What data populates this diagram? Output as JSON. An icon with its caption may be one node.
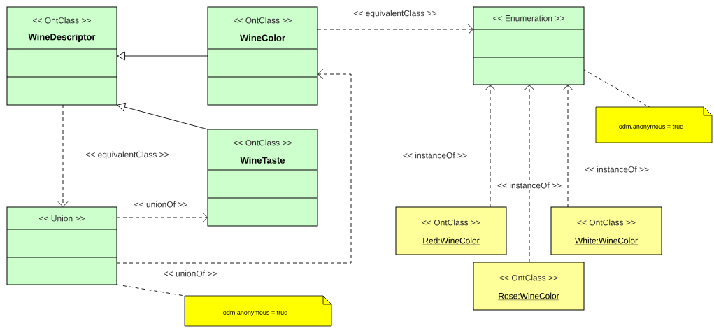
{
  "diagram": {
    "nodes": [
      {
        "text": [
          "<< OntClass >>",
          "WineDescriptor"
        ]
      },
      {
        "text": [
          "<< OntClass >>",
          "WineColor"
        ]
      },
      {
        "text": [
          "<< Enumeration >>"
        ]
      },
      {
        "text": [
          "<< OntClass >>",
          "WineTaste"
        ]
      },
      {
        "text": [
          "<< Union >>"
        ]
      },
      {
        "text": [
          "odm.anonymous = true"
        ]
      },
      {
        "text": [
          "<< OntClass >>",
          "Red:WineColor"
        ]
      },
      {
        "text": [
          "<< OntClass >>",
          "White:WineColor"
        ]
      },
      {
        "text": [
          "<< OntClass >>",
          "Rose:WineColor"
        ]
      },
      {
        "text": [
          "odm.anonymous = true"
        ]
      }
    ],
    "edges": [
      {
        "from": 1,
        "to": 0,
        "arrow": "to"
      },
      {
        "from": 3,
        "to": 0,
        "arrow": "to"
      },
      {
        "from": 1,
        "to": 2,
        "arrow": "to",
        "label": "<< equivalentClass >>",
        "style": "dashed"
      },
      {
        "from": 0,
        "to": 4,
        "arrow": "to",
        "label": "<< equivalentClass >>",
        "style": "dashed"
      },
      {
        "from": 4,
        "to": 3,
        "arrow": "to",
        "label": "<< unionOf >>",
        "style": "dashed"
      },
      {
        "from": 4,
        "to": 1,
        "arrow": "to",
        "label": "<< unionOf >>",
        "style": "dashed"
      },
      {
        "from": 6,
        "to": 2,
        "arrow": "to",
        "label": "<< instanceOf >>",
        "style": "dashed"
      },
      {
        "from": 8,
        "to": 2,
        "arrow": "to",
        "label": "<< instanceOf >>",
        "style": "dashed"
      },
      {
        "from": 7,
        "to": 2,
        "arrow": "to",
        "label": "<< instanceOf >>",
        "style": "dashed"
      },
      {
        "from": 2,
        "to": 5,
        "arrow": "none",
        "style": "dashed"
      },
      {
        "from": 4,
        "to": 9,
        "arrow": "none",
        "style": "dashed"
      }
    ]
  }
}
